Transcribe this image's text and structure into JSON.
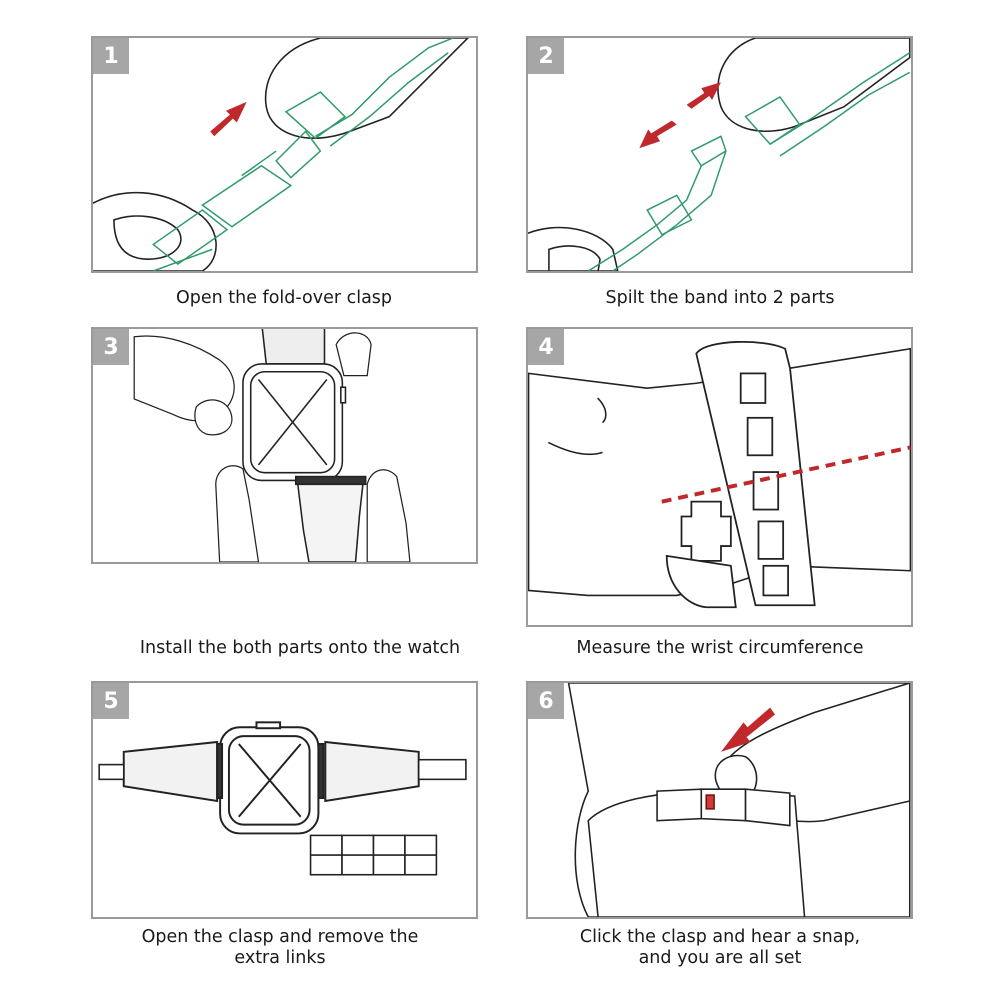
{
  "steps": [
    {
      "number": "1",
      "caption": [
        "Open the fold-over clasp"
      ]
    },
    {
      "number": "2",
      "caption": [
        "Spilt the band into 2 parts"
      ]
    },
    {
      "number": "3",
      "caption": [
        "Install the both parts onto the watch"
      ]
    },
    {
      "number": "4",
      "caption": [
        "Measure the wrist circumference"
      ]
    },
    {
      "number": "5",
      "caption": [
        "Open the clasp and remove the",
        "extra links"
      ]
    },
    {
      "number": "6",
      "caption": [
        "Click the clasp and hear a snap,",
        "and you are all set"
      ]
    }
  ],
  "colors": {
    "border": "#9a9a9a",
    "badge": "#a6a6a6",
    "arrow": "#c0282c",
    "clasp": "#2f9a6a",
    "line": "#222222"
  },
  "icons": [
    "hand-icon",
    "clasp-icon",
    "arrow-icon",
    "watch-icon",
    "band-link-icon",
    "dashed-line-icon"
  ]
}
